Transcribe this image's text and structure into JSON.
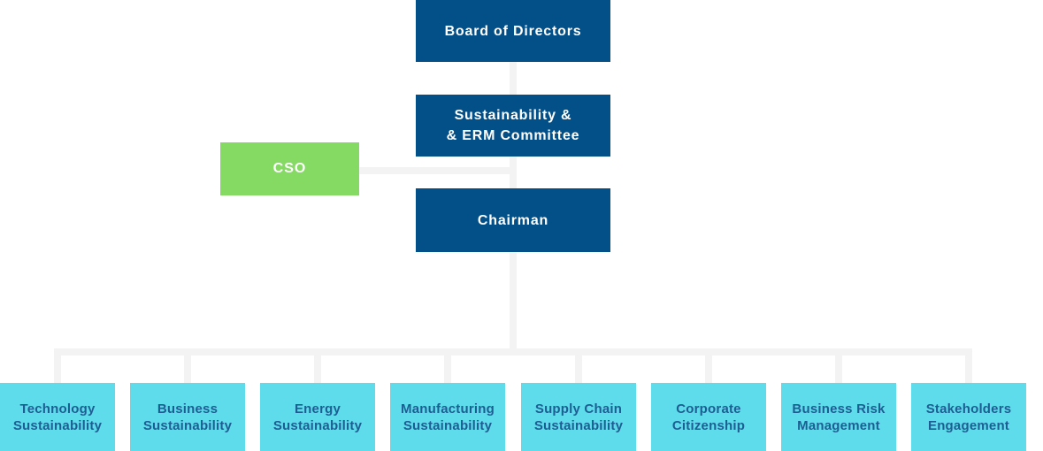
{
  "colors": {
    "node_primary_blue": "#035089",
    "node_green": "#85da64",
    "node_cyan": "#5fdcec",
    "connector_gray": "#f3f3f3",
    "node_text_white": "#ffffff",
    "department_text_blue": "#1d5e92"
  },
  "chart_data": {
    "type": "org-chart",
    "nodes": {
      "board": {
        "label": "Board of Directors"
      },
      "committee": {
        "label": "Sustainability &\n& ERM Committee"
      },
      "cso": {
        "label": "CSO"
      },
      "chairman": {
        "label": "Chairman"
      }
    },
    "hierarchy": "board > committee > chairman > departments; cso branches left between committee and chairman",
    "departments": [
      {
        "label": "Technology\nSustainability"
      },
      {
        "label": "Business\nSustainability"
      },
      {
        "label": "Energy\nSustainability"
      },
      {
        "label": "Manufacturing\nSustainability"
      },
      {
        "label": "Supply Chain\nSustainability"
      },
      {
        "label": "Corporate\nCitizenship"
      },
      {
        "label": "Business Risk\nManagement"
      },
      {
        "label": "Stakeholders\nEngagement"
      }
    ]
  }
}
